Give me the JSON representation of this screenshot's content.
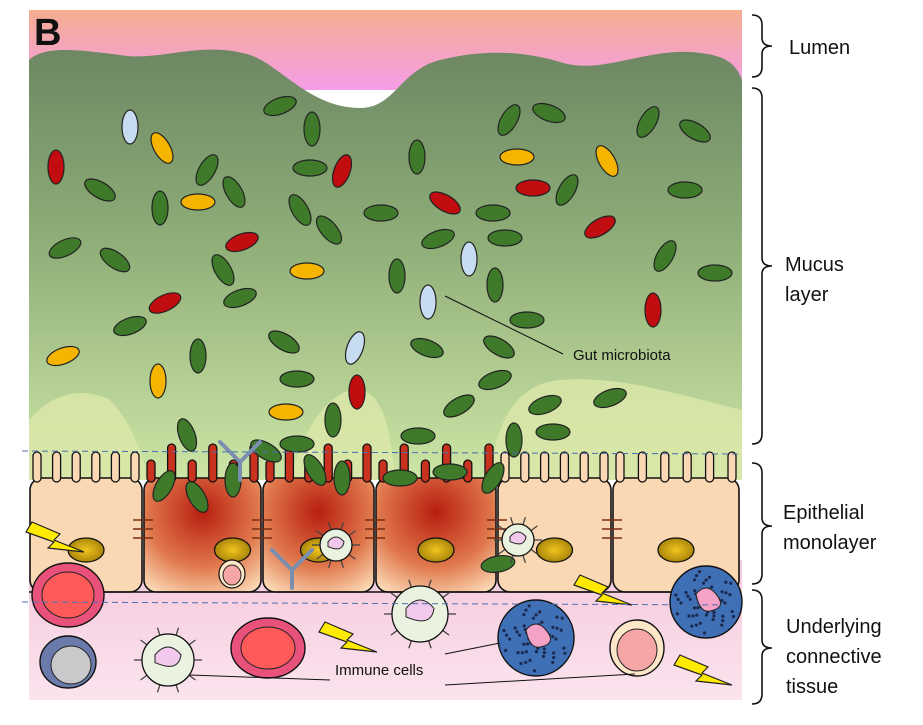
{
  "panel_letter": "B",
  "labels": {
    "lumen": "Lumen",
    "mucus": [
      "Mucus",
      "layer"
    ],
    "epithelium": [
      "Epithelial",
      "monolayer"
    ],
    "connective": [
      "Underlying",
      "connective",
      "tissue"
    ],
    "microbiota": "Gut microbiota",
    "immune": "Immune cells"
  },
  "colors": {
    "lumen_top": "#f5ad8f",
    "lumen_bottom": "#f4a2e0",
    "mucus_top": "#6f8a63",
    "mucus_bottom": "#c7e3a4",
    "epithelial_cell": "#fbd8b4",
    "inflamed_cell": "#c8321e",
    "connective_tissue": "#f9d7e6",
    "bacteria_green": "#3f7a2a",
    "bacteria_red": "#c20d10",
    "bacteria_yellow": "#f5b400",
    "bacteria_blue": "#c8dcf1",
    "neutrophil": "#3f6fb5",
    "lightning": "#ffea00"
  }
}
